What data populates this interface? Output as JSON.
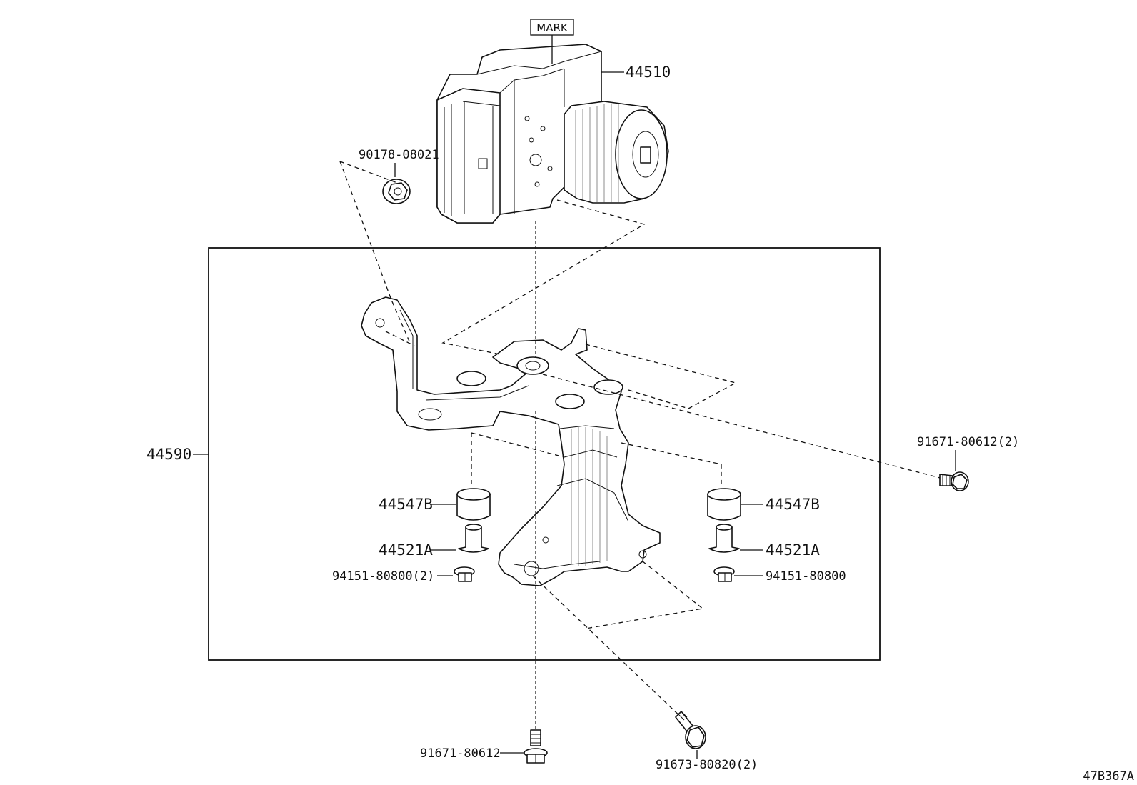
{
  "diagram": {
    "mark_label": "MARK",
    "figure_code": "47B367A",
    "parts": {
      "actuator": "44510",
      "nut": "90178-08021",
      "bracket": "44590",
      "bolt_right": "91671-80612(2)",
      "cushion_left": "44547B",
      "cushion_right": "44547B",
      "collar_left": "44521A",
      "collar_right": "44521A",
      "nut_left": "94151-80800(2)",
      "nut_right": "94151-80800",
      "bolt_bottom": "91671-80612",
      "bolt_bottom_right": "91673-80820(2)"
    }
  }
}
